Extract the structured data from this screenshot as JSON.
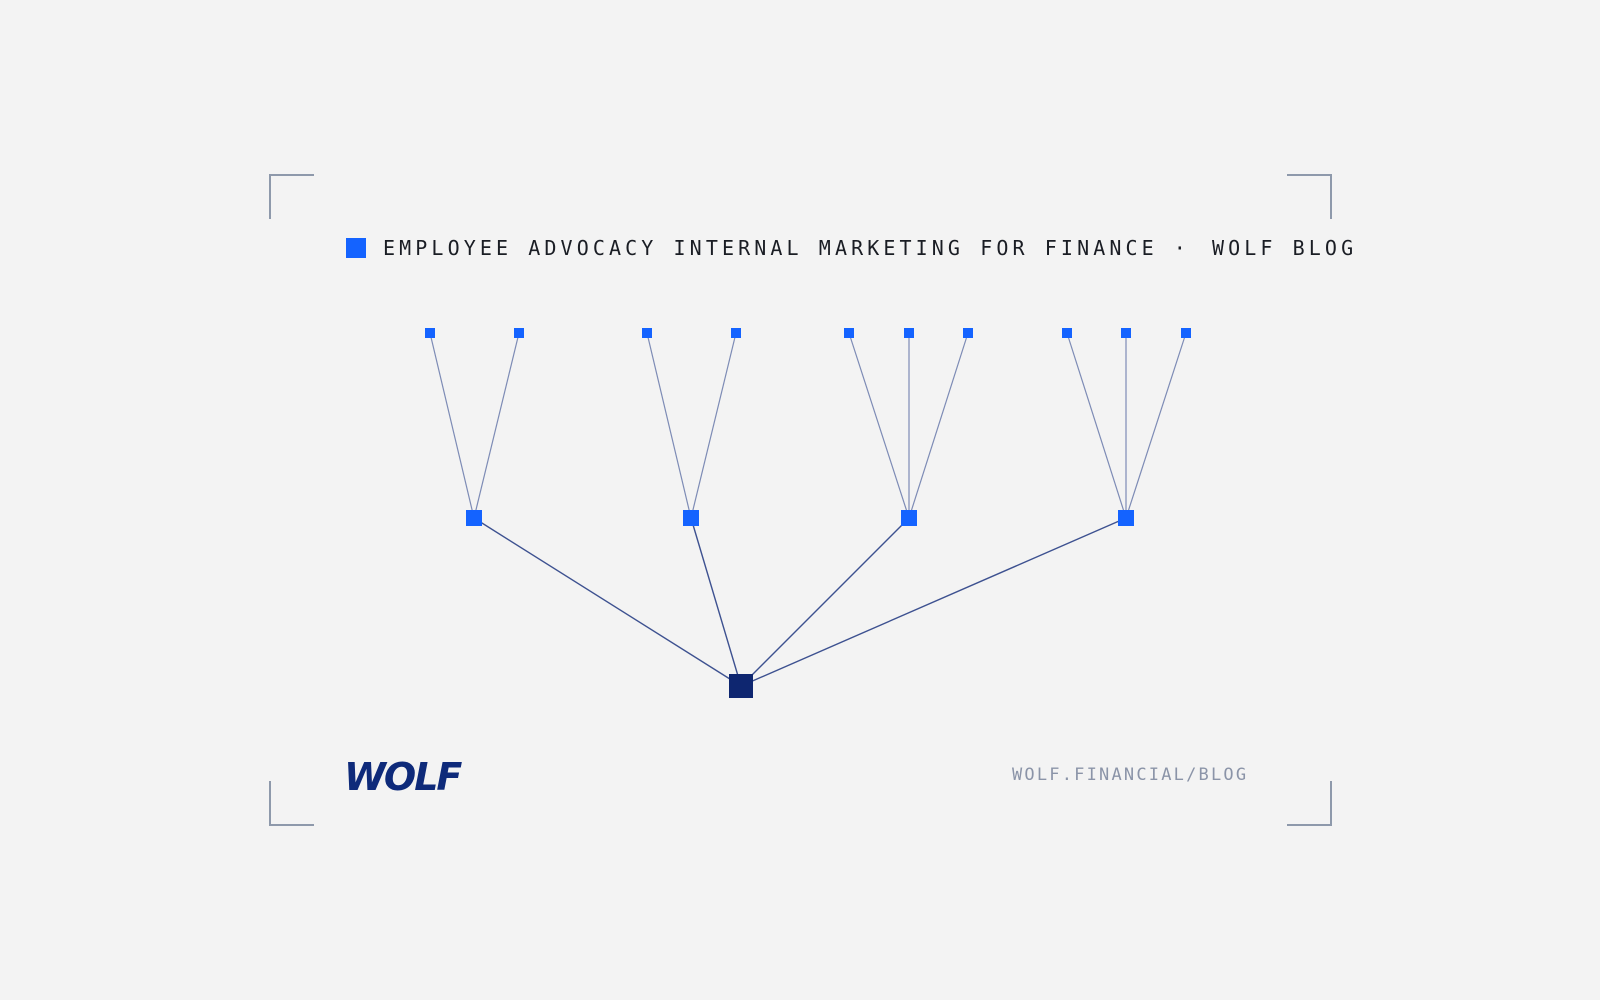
{
  "header": {
    "title": "EMPLOYEE ADVOCACY INTERNAL MARKETING FOR FINANCE",
    "separator": "·",
    "blog_label": "WOLF BLOG"
  },
  "logo": {
    "text": "WOLF",
    "color": "#0e2a7a"
  },
  "footer": {
    "url": "WOLF.FINANCIAL/BLOG"
  },
  "colors": {
    "background": "#f3f3f3",
    "accent": "#1463ff",
    "root_node": "#0e2670",
    "edge_root": "#3d5190",
    "edge_leaf": "#7d8bb5",
    "frame": "#8e99ab",
    "muted_text": "#8b94a8"
  },
  "tree": {
    "root": "root",
    "branches": [
      {
        "id": "branch-1",
        "leaves": [
          "leaf-1a",
          "leaf-1b"
        ]
      },
      {
        "id": "branch-2",
        "leaves": [
          "leaf-2a",
          "leaf-2b"
        ]
      },
      {
        "id": "branch-3",
        "leaves": [
          "leaf-3a",
          "leaf-3b",
          "leaf-3c"
        ]
      },
      {
        "id": "branch-4",
        "leaves": [
          "leaf-4a",
          "leaf-4b",
          "leaf-4c"
        ]
      }
    ]
  }
}
